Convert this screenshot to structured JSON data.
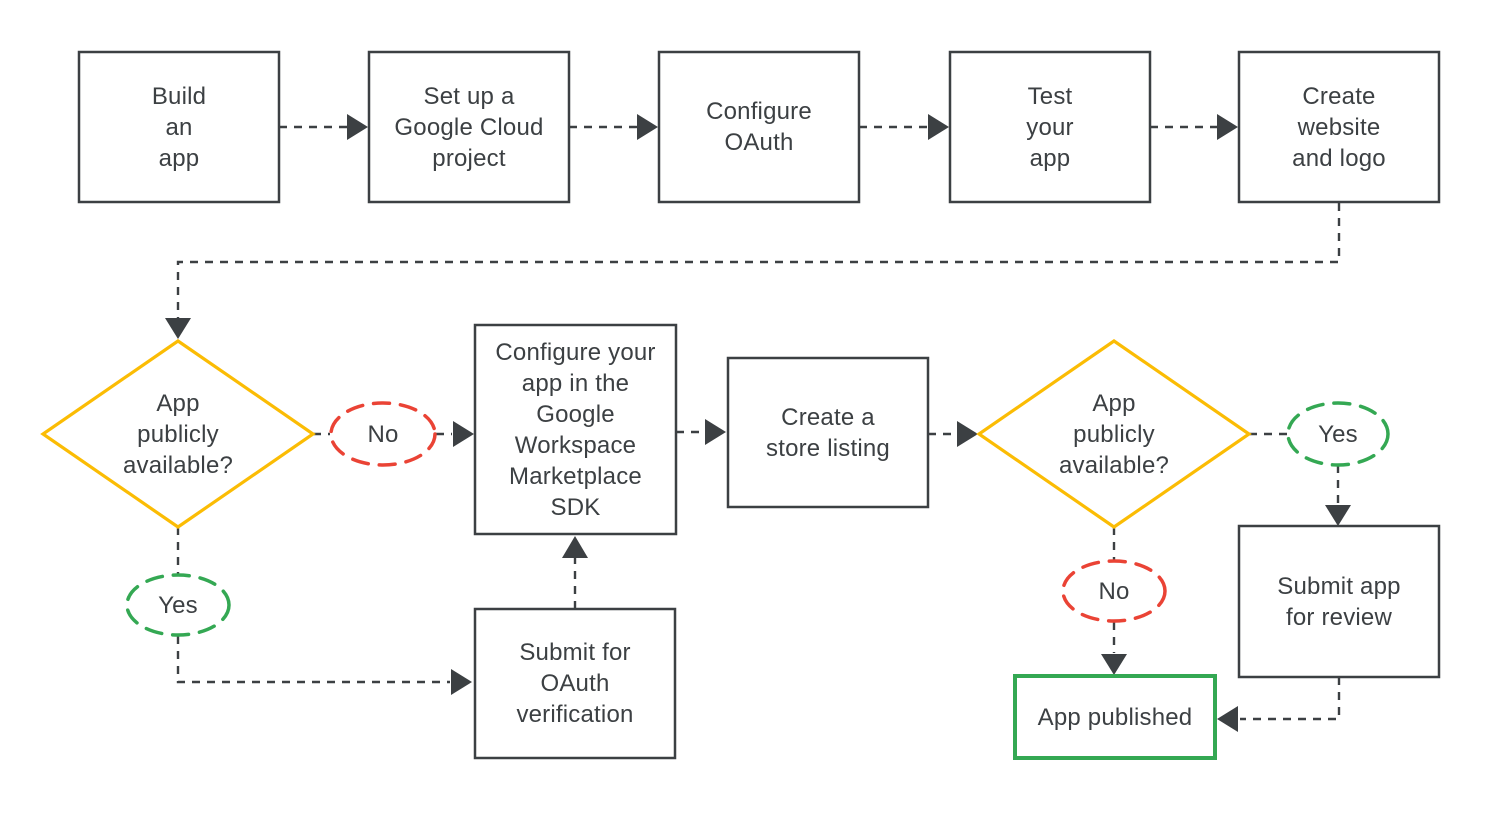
{
  "colors": {
    "ink": "#3C4043",
    "box_border": "#3C4043",
    "decision_yellow": "#FBBC04",
    "yes_green": "#34A853",
    "no_red": "#EA4335",
    "published_green": "#34A853",
    "background": "#FFFFFF"
  },
  "nodes": {
    "build_app": {
      "type": "process",
      "label": "Build\nan\napp"
    },
    "setup_project": {
      "type": "process",
      "label": "Set up a\nGoogle Cloud\nproject"
    },
    "configure_oauth": {
      "type": "process",
      "label": "Configure\nOAuth"
    },
    "test_app": {
      "type": "process",
      "label": "Test\nyour\napp"
    },
    "create_website": {
      "type": "process",
      "label": "Create\nwebsite\nand logo"
    },
    "decision_public_1": {
      "type": "decision",
      "label": "App\npublicly\navailable?"
    },
    "no_1": {
      "type": "answer",
      "label": "No"
    },
    "yes_1": {
      "type": "answer",
      "label": "Yes"
    },
    "configure_sdk": {
      "type": "process",
      "label": "Configure your\napp in the\nGoogle\nWorkspace\nMarketplace\nSDK"
    },
    "store_listing": {
      "type": "process",
      "label": "Create a\nstore listing"
    },
    "decision_public_2": {
      "type": "decision",
      "label": "App\npublicly\navailable?"
    },
    "yes_2": {
      "type": "answer",
      "label": "Yes"
    },
    "no_2": {
      "type": "answer",
      "label": "No"
    },
    "submit_oauth": {
      "type": "process",
      "label": "Submit for\nOAuth\nverification"
    },
    "submit_review": {
      "type": "process",
      "label": "Submit app\nfor review"
    },
    "app_published": {
      "type": "terminal",
      "label": "App published"
    }
  },
  "edges": [
    {
      "from": "build_app",
      "to": "setup_project"
    },
    {
      "from": "setup_project",
      "to": "configure_oauth"
    },
    {
      "from": "configure_oauth",
      "to": "test_app"
    },
    {
      "from": "test_app",
      "to": "create_website"
    },
    {
      "from": "create_website",
      "to": "decision_public_1"
    },
    {
      "from": "decision_public_1",
      "via": "no_1",
      "to": "configure_sdk"
    },
    {
      "from": "decision_public_1",
      "via": "yes_1",
      "to": "submit_oauth"
    },
    {
      "from": "submit_oauth",
      "to": "configure_sdk"
    },
    {
      "from": "configure_sdk",
      "to": "store_listing"
    },
    {
      "from": "store_listing",
      "to": "decision_public_2"
    },
    {
      "from": "decision_public_2",
      "via": "yes_2",
      "to": "submit_review"
    },
    {
      "from": "decision_public_2",
      "via": "no_2",
      "to": "app_published"
    },
    {
      "from": "submit_review",
      "to": "app_published"
    }
  ]
}
